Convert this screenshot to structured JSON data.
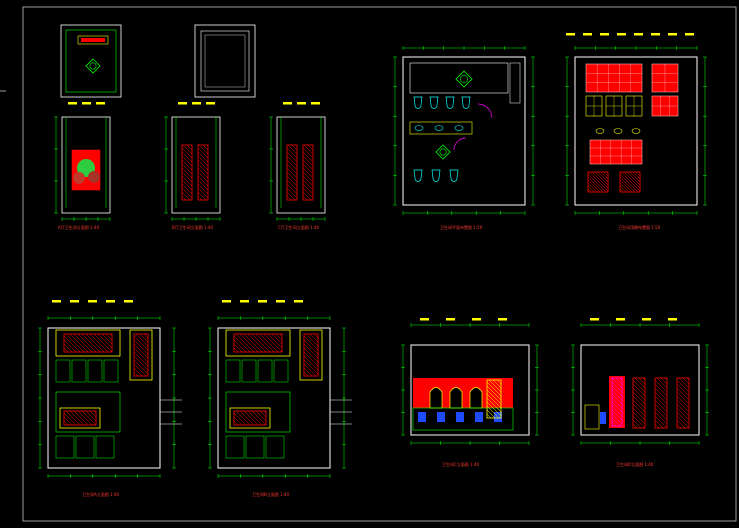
{
  "drawing": {
    "background": "#000000",
    "colors": {
      "frame": "#9aa0a6",
      "wall": "#ffffff",
      "dim": "#00ff00",
      "guide": "#00ffff",
      "tag": "#ffff00",
      "accent": "#ff0000",
      "door": "#ff00ff",
      "fixture": "#1e4bff",
      "title_text": "#ff3b30"
    },
    "views": [
      {
        "id": "ceiling-plan-1",
        "kind": "ceiling-plan",
        "caption": ""
      },
      {
        "id": "ceiling-plan-2",
        "kind": "ceiling-plan",
        "caption": ""
      },
      {
        "id": "elev-a1",
        "kind": "elevation",
        "caption": "A厅卫生间立面图 1:40"
      },
      {
        "id": "elev-a2",
        "kind": "elevation",
        "caption": "B厅卫生间立面图 1:40"
      },
      {
        "id": "elev-a3",
        "kind": "elevation",
        "caption": "C厅卫生间立面图 1:40"
      },
      {
        "id": "floor-plan",
        "kind": "floor-plan",
        "caption": "卫生间平面布置图 1:50"
      },
      {
        "id": "ceiling-layout",
        "kind": "ceiling-plan",
        "caption": "卫生间顶棚布置图 1:50"
      },
      {
        "id": "big-elev-1",
        "kind": "elevation",
        "caption": "卫生间A立面图 1:40"
      },
      {
        "id": "big-elev-2",
        "kind": "elevation",
        "caption": "卫生间B立面图 1:40"
      },
      {
        "id": "long-elev-1",
        "kind": "elevation",
        "caption": "卫生间C立面图 1:40"
      },
      {
        "id": "long-elev-2",
        "kind": "elevation",
        "caption": "卫生间D立面图 1:40"
      }
    ]
  }
}
